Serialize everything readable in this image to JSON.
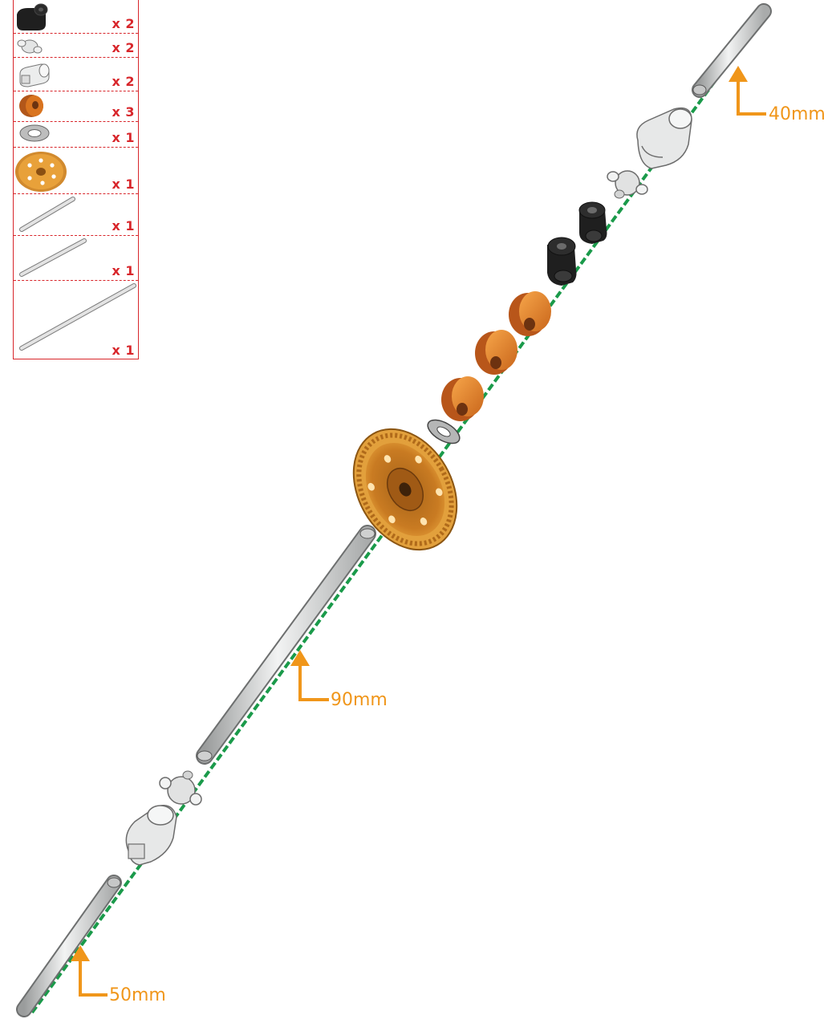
{
  "parts_list": {
    "items": [
      {
        "part": "black-hex-coupler",
        "quantity": "x 2"
      },
      {
        "part": "ball-joint-cross",
        "quantity": "x 2"
      },
      {
        "part": "universal-joint-cup",
        "quantity": "x 2"
      },
      {
        "part": "orange-spacer",
        "quantity": "x 3"
      },
      {
        "part": "washer",
        "quantity": "x 1"
      },
      {
        "part": "spur-gear",
        "quantity": "x 1"
      },
      {
        "part": "shaft-40mm",
        "quantity": "x 1"
      },
      {
        "part": "shaft-50mm",
        "quantity": "x 1"
      },
      {
        "part": "shaft-90mm",
        "quantity": "x 1"
      }
    ]
  },
  "dimensions": {
    "top_shaft": "40mm",
    "middle_shaft": "90mm",
    "bottom_shaft": "50mm"
  },
  "colors": {
    "accent_red": "#d8262b",
    "dimension_orange": "#f0961a",
    "axis_green": "#1a9a4a",
    "gear_orange": "#e8a13a",
    "spacer_orange": "#f28a1f",
    "metal_silver": "#d9dbdb",
    "coupler_black": "#1f1f1f"
  }
}
